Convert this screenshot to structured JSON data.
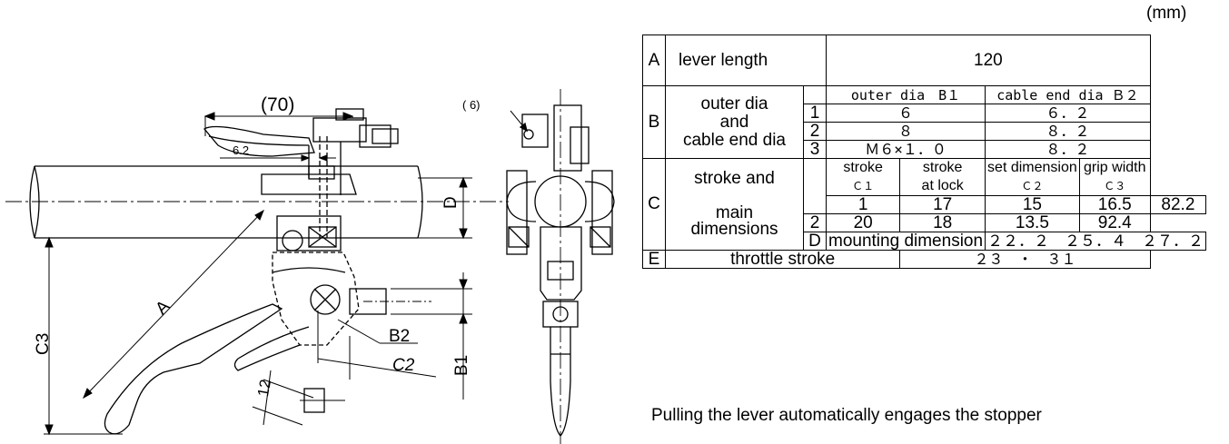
{
  "unit": "(mm)",
  "drawing": {
    "dims": {
      "d70": "(70)",
      "d6_2": "6.2",
      "d6": "( 6)",
      "D": "D",
      "A": "A",
      "B1": "B1",
      "B2": "B2",
      "C2": "C2",
      "C3": "C3",
      "d12": "12"
    }
  },
  "table": {
    "A": {
      "key": "A",
      "label": "lever length",
      "value": "120"
    },
    "B": {
      "key": "B",
      "label": [
        "outer dia",
        "and",
        "cable end dia"
      ],
      "head_outer": "outer dia　B１",
      "head_cable": "cable end dia Ｂ２",
      "rows": [
        {
          "n": "1",
          "outer": "６",
          "cable": "６．２"
        },
        {
          "n": "2",
          "outer": "８",
          "cable": "８．２"
        },
        {
          "n": "3",
          "outer": "Ｍ６×１．０",
          "cable": "８．２"
        }
      ]
    },
    "C": {
      "key": "C",
      "label": [
        "stroke and",
        "main",
        "dimensions"
      ],
      "h_stroke": "stroke",
      "h_stroke_sub": "Ｃ１",
      "h_lock": "stroke",
      "h_lock_sub": "at lock",
      "h_set": "set dimension",
      "h_set_sub": "Ｃ２",
      "h_grip": "grip width",
      "h_grip_sub": "Ｃ３",
      "rows": [
        {
          "n": "1",
          "stroke": "17",
          "lock": "15",
          "set": "16.5",
          "grip": "82.2"
        },
        {
          "n": "2",
          "stroke": "20",
          "lock": "18",
          "set": "13.5",
          "grip": "92.4"
        }
      ]
    },
    "D": {
      "key": "D",
      "label": "mounting dimension",
      "value": "２２．２　２５．４　２７．２"
    },
    "E": {
      "key": "E",
      "label": "throttle stroke",
      "value": "２３　・　３１"
    }
  },
  "note": "Pulling the lever automatically engages the stopper"
}
